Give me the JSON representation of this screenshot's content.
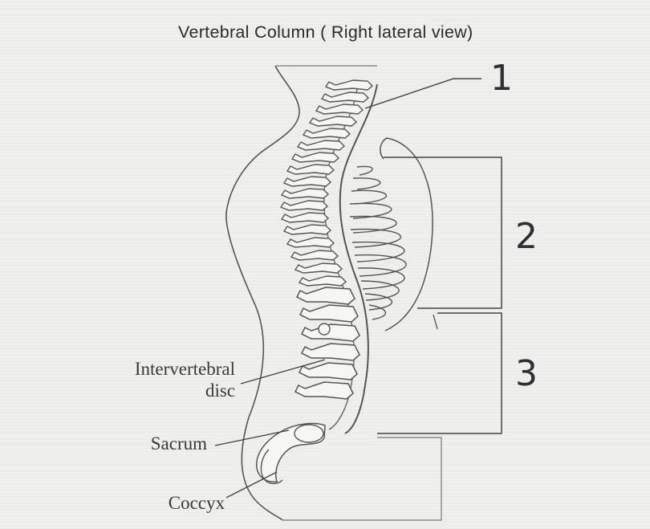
{
  "diagram": {
    "title": "Vertebral Column ( Right lateral view)",
    "region_numbers": [
      "1",
      "2",
      "3"
    ],
    "labels": {
      "intervertebral_line1": "Intervertebral",
      "intervertebral_line2": "disc",
      "sacrum": "Sacrum",
      "coccyx": "Coccyx"
    }
  },
  "colors": {
    "outline": "#555555",
    "fill": "#f4f4f2",
    "text": "#3a3a3a"
  }
}
